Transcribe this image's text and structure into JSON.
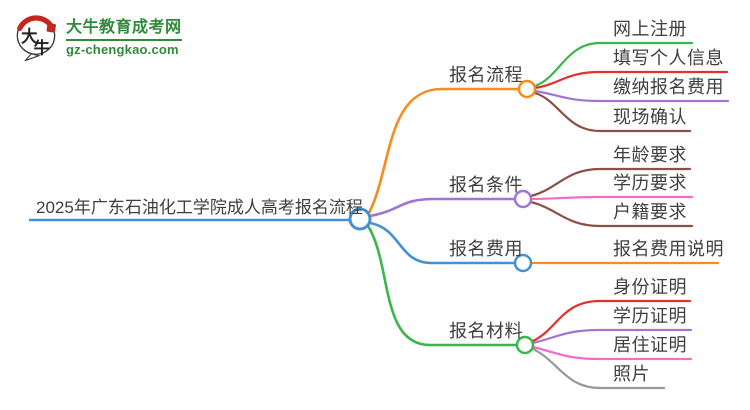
{
  "logo": {
    "icon_char_1": "大",
    "icon_char_2": "牛",
    "site_name": "大牛教育成考网",
    "site_url": "gz-chengkao.com",
    "brand_color": "#2e8b3a",
    "seal_color": "#c3271e"
  },
  "palette": {
    "blue": "#4690d2",
    "orange": "#f78b1d",
    "green": "#3cb54a",
    "purple": "#a274d4",
    "red": "#e5302b",
    "brown": "#8c5044",
    "pink": "#f46bc8",
    "gray": "#9a9a9a",
    "text": "#3f3f3f"
  },
  "mindmap": {
    "root": {
      "label": "2025年广东石油化工学院成人高考报名流程",
      "color": "#4690d2"
    },
    "branches": [
      {
        "label": "报名流程",
        "color": "#f78b1d",
        "children": [
          {
            "label": "网上注册",
            "color": "#3cb54a"
          },
          {
            "label": "填写个人信息",
            "color": "#e5302b"
          },
          {
            "label": "缴纳报名费用",
            "color": "#a274d4"
          },
          {
            "label": "现场确认",
            "color": "#8c5044"
          }
        ]
      },
      {
        "label": "报名条件",
        "color": "#a274d4",
        "children": [
          {
            "label": "年龄要求",
            "color": "#8c5044"
          },
          {
            "label": "学历要求",
            "color": "#f46bc8"
          },
          {
            "label": "户籍要求",
            "color": "#8c5044"
          }
        ]
      },
      {
        "label": "报名费用",
        "color": "#4690d2",
        "children": [
          {
            "label": "报名费用说明",
            "color": "#f78b1d"
          }
        ]
      },
      {
        "label": "报名材料",
        "color": "#3cb54a",
        "children": [
          {
            "label": "身份证明",
            "color": "#e5302b"
          },
          {
            "label": "学历证明",
            "color": "#a274d4"
          },
          {
            "label": "居住证明",
            "color": "#f46bc8"
          },
          {
            "label": "照片",
            "color": "#9a9a9a"
          }
        ]
      }
    ]
  }
}
